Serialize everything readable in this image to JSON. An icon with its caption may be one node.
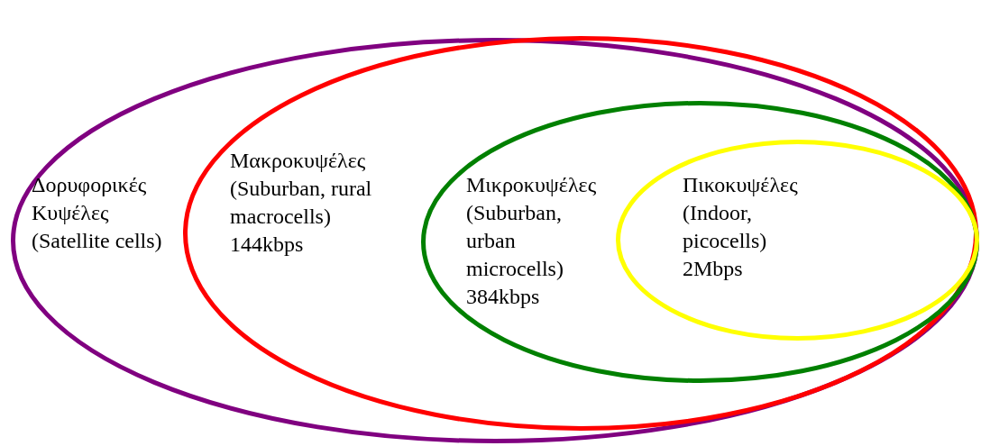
{
  "diagram": {
    "nodes": [
      {
        "text": [
          "Δορυφορικές Κυψέλες (Satellite cells)"
        ]
      },
      {
        "text": [
          "Μακροκυψέλες (Suburban, rural macrocells) 144kbps"
        ],
        "in": 0
      },
      {
        "text": [
          "Μικροκυψέλες (Suburban, urban microcells) 384kbps"
        ],
        "in": 1
      },
      {
        "text": [
          "Πικοκυψέλες (Indoor, picocells) 2Mbps"
        ],
        "in": 2
      }
    ]
  }
}
